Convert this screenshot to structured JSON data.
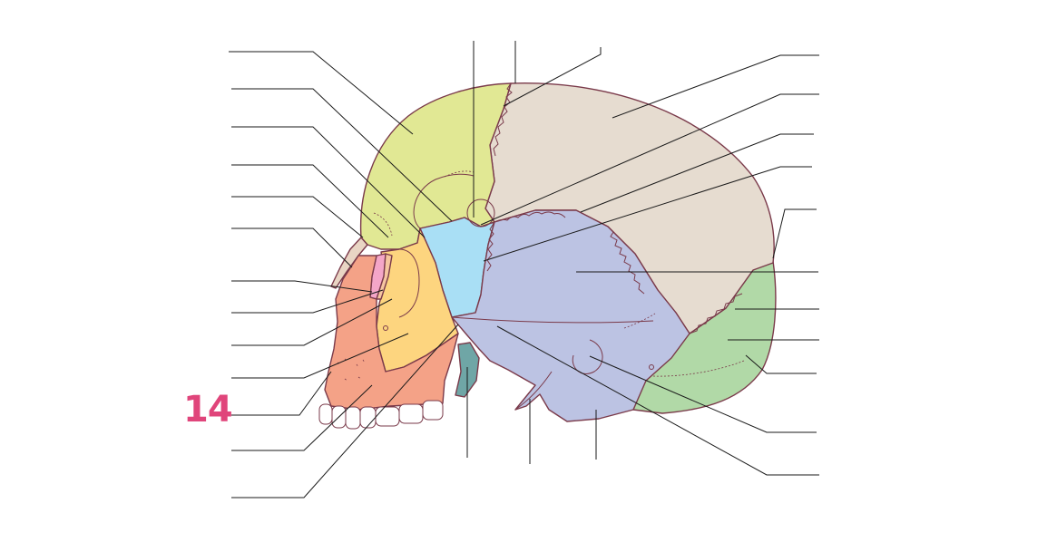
{
  "figure_number": "14",
  "colors": {
    "figure_number": "#e0457b",
    "frontal_bone": "#e1e894",
    "parietal_bone": "#e6dcd0",
    "sphenoid_bone": "#a9dff5",
    "temporal_bone": "#bcc3e3",
    "occipital_bone": "#b1d9a7",
    "zygomatic_bone": "#fdd57f",
    "maxilla": "#f4a287",
    "nasal_bone": "#e9d5c4",
    "lacrimal_bone": "#f4a6c8",
    "ethmoid_bone": "#f6c6a0",
    "mandible_ramus": "#6fa6a6",
    "teeth": "#ffffff",
    "outline": "#7a3a4a",
    "leader_lines": "#1a1a1a"
  },
  "labels_left_count": 13,
  "labels_right_count": 12
}
